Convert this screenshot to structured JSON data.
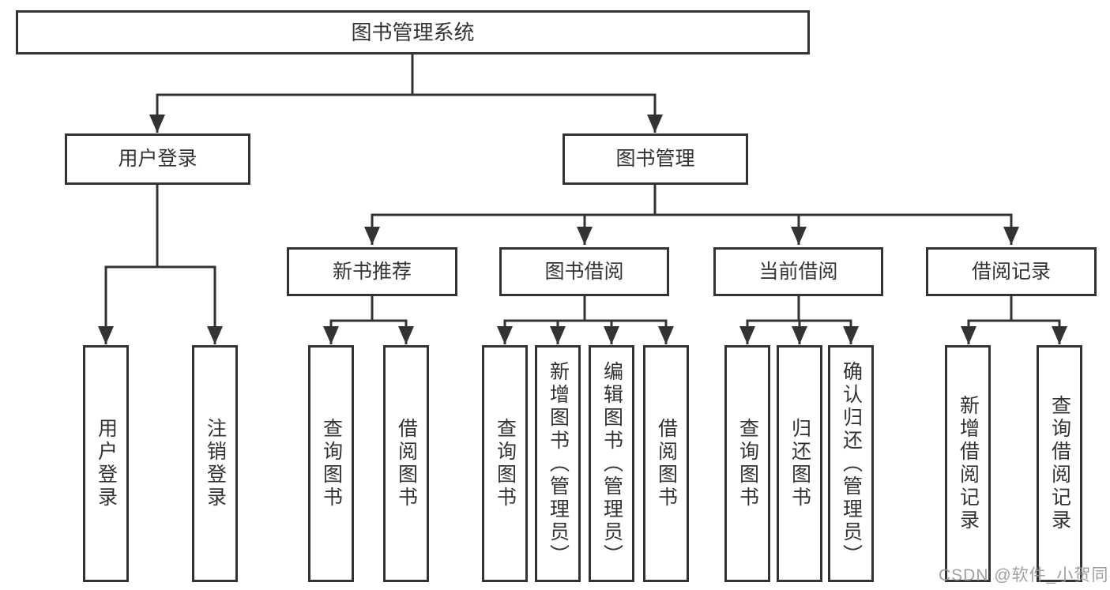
{
  "diagram_type": "hierarchy-tree",
  "colors": {
    "line": "#333333",
    "box_border": "#333333",
    "text": "#333333",
    "background": "#ffffff",
    "watermark": "#989898"
  },
  "watermark": {
    "text": "CSDN @软件_小贺同学"
  },
  "tree": {
    "label": "图书管理系统",
    "children": [
      {
        "label": "用户登录",
        "children": [
          {
            "label": "用户登录"
          },
          {
            "label": "注销登录"
          }
        ]
      },
      {
        "label": "图书管理",
        "children": [
          {
            "label": "新书推荐",
            "children": [
              {
                "label": "查询图书"
              },
              {
                "label": "借阅图书"
              }
            ]
          },
          {
            "label": "图书借阅",
            "children": [
              {
                "label": "查询图书"
              },
              {
                "label": "新增图书（管理员）"
              },
              {
                "label": "编辑图书（管理员）"
              },
              {
                "label": "借阅图书"
              }
            ]
          },
          {
            "label": "当前借阅",
            "children": [
              {
                "label": "查询图书"
              },
              {
                "label": "归还图书"
              },
              {
                "label": "确认归还（管理员）"
              }
            ]
          },
          {
            "label": "借阅记录",
            "children": [
              {
                "label": "新增借阅记录"
              },
              {
                "label": "查询借阅记录"
              }
            ]
          }
        ]
      }
    ]
  }
}
